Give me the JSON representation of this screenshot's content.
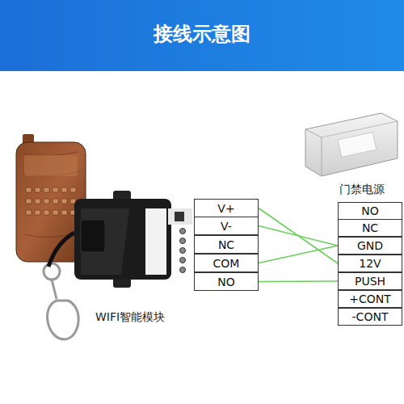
{
  "diagram": {
    "title": "接线示意图",
    "nodes": [
      {
        "text": [
          "V+"
        ]
      },
      {
        "text": [
          "V-"
        ]
      },
      {
        "text": [
          "NC"
        ]
      },
      {
        "text": [
          "COM"
        ]
      },
      {
        "text": [
          "NO"
        ]
      },
      {
        "text": [
          "NO"
        ]
      },
      {
        "text": [
          "NC"
        ]
      },
      {
        "text": [
          "GND"
        ]
      },
      {
        "text": [
          "12V"
        ]
      },
      {
        "text": [
          "PUSH"
        ]
      },
      {
        "text": [
          "+CONT"
        ]
      },
      {
        "text": [
          "-CONT"
        ]
      }
    ],
    "edges": [
      {
        "from": 0,
        "to": 8,
        "arrow": "none"
      },
      {
        "from": 1,
        "to": 7,
        "arrow": "none"
      },
      {
        "from": 3,
        "to": 7,
        "arrow": "none"
      },
      {
        "from": 4,
        "to": 9,
        "arrow": "none"
      }
    ],
    "labels": [
      "WIFI智能模块",
      "门禁电源"
    ]
  }
}
